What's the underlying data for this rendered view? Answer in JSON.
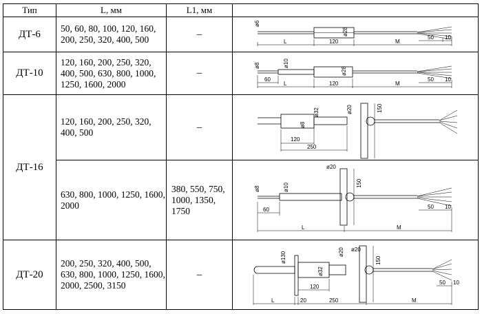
{
  "table": {
    "headers": {
      "type": "Тип",
      "l": "L, мм",
      "l1": "L1, мм",
      "drawing": ""
    },
    "rows": [
      {
        "type": "ДТ-6",
        "l": "50, 60, 80, 100, 120, 160, 200, 250, 320, 400, 500",
        "l1": "–",
        "dims": {
          "d1": "ø6",
          "d2": "ø28",
          "a": "L",
          "b": "120",
          "c": "M",
          "d": "50",
          "e": "10"
        }
      },
      {
        "type": "ДТ-10",
        "l": "120, 160, 200, 250, 320, 400, 500, 630, 800, 1000, 1250, 1600, 2000",
        "l1": "–",
        "dims": {
          "d1": "ø8",
          "d2": "ø10",
          "d3": "ø28",
          "a": "60",
          "b": "L",
          "c": "120",
          "d": "M",
          "e": "50",
          "f": "10"
        }
      },
      {
        "type": "ДТ-16",
        "l": "120, 160, 200, 250, 320, 400, 500",
        "l1": "–",
        "dims": {
          "d1": "ø8",
          "d2": "ø32",
          "d3": "ø20",
          "a": "120",
          "b": "250",
          "c": "150"
        }
      },
      {
        "type": "",
        "l": "630, 800, 1000, 1250, 1600, 2000",
        "l1": "380, 550, 750, 1000, 1350, 1750",
        "dims": {
          "d1": "ø8",
          "d2": "ø10",
          "d3": "ø20",
          "a": "60",
          "b": "L",
          "c": "M",
          "d": "150",
          "e": "50",
          "f": "10"
        }
      },
      {
        "type": "ДТ-20",
        "l": "200, 250, 320, 400, 500, 630, 800, 1000, 1250, 1600, 2000, 2500, 3150",
        "l1": "–",
        "dims": {
          "d1": "ø130",
          "d2": "ø32",
          "d3": "ø20",
          "d4": "ø20",
          "a": "120",
          "b": "L",
          "c": "20",
          "d": "250",
          "e": "M",
          "f": "50",
          "g": "150",
          "h": "10"
        }
      }
    ]
  }
}
